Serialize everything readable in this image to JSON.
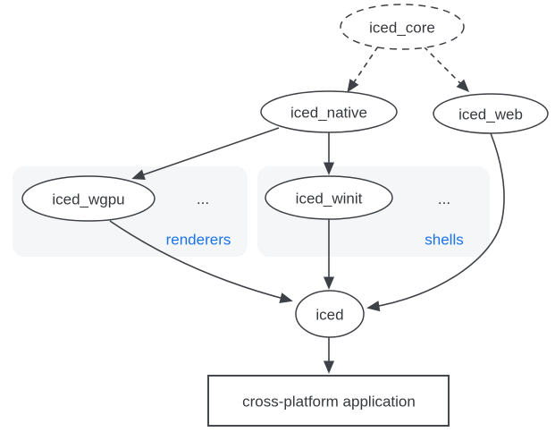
{
  "diagram": {
    "nodes": {
      "iced_core": {
        "label": "iced_core",
        "shape": "ellipse",
        "border": "dashed"
      },
      "iced_native": {
        "label": "iced_native",
        "shape": "ellipse",
        "border": "solid"
      },
      "iced_web": {
        "label": "iced_web",
        "shape": "ellipse",
        "border": "solid"
      },
      "iced_wgpu": {
        "label": "iced_wgpu",
        "shape": "ellipse",
        "border": "solid"
      },
      "iced_winit": {
        "label": "iced_winit",
        "shape": "ellipse",
        "border": "solid"
      },
      "iced": {
        "label": "iced",
        "shape": "ellipse",
        "border": "solid"
      },
      "app": {
        "label": "cross-platform application",
        "shape": "rectangle",
        "border": "solid"
      }
    },
    "groups": {
      "renderers": {
        "label": "renderers",
        "ellipsis": "...",
        "members": [
          "iced_wgpu"
        ]
      },
      "shells": {
        "label": "shells",
        "ellipsis": "...",
        "members": [
          "iced_winit"
        ]
      }
    },
    "edges": [
      {
        "from": "iced_core",
        "to": "iced_native",
        "style": "dashed"
      },
      {
        "from": "iced_core",
        "to": "iced_web",
        "style": "dashed"
      },
      {
        "from": "iced_native",
        "to": "iced_wgpu",
        "style": "solid"
      },
      {
        "from": "iced_native",
        "to": "iced_winit",
        "style": "solid"
      },
      {
        "from": "iced_wgpu",
        "to": "iced",
        "style": "solid"
      },
      {
        "from": "iced_winit",
        "to": "iced",
        "style": "solid"
      },
      {
        "from": "iced_web",
        "to": "iced",
        "style": "solid"
      },
      {
        "from": "iced",
        "to": "app",
        "style": "solid"
      }
    ],
    "colors": {
      "accent_blue": "#1a73e8",
      "group_fill": "#f4f6f8",
      "stroke": "#3e4145",
      "text": "#36393d",
      "background": "#ffffff"
    }
  }
}
